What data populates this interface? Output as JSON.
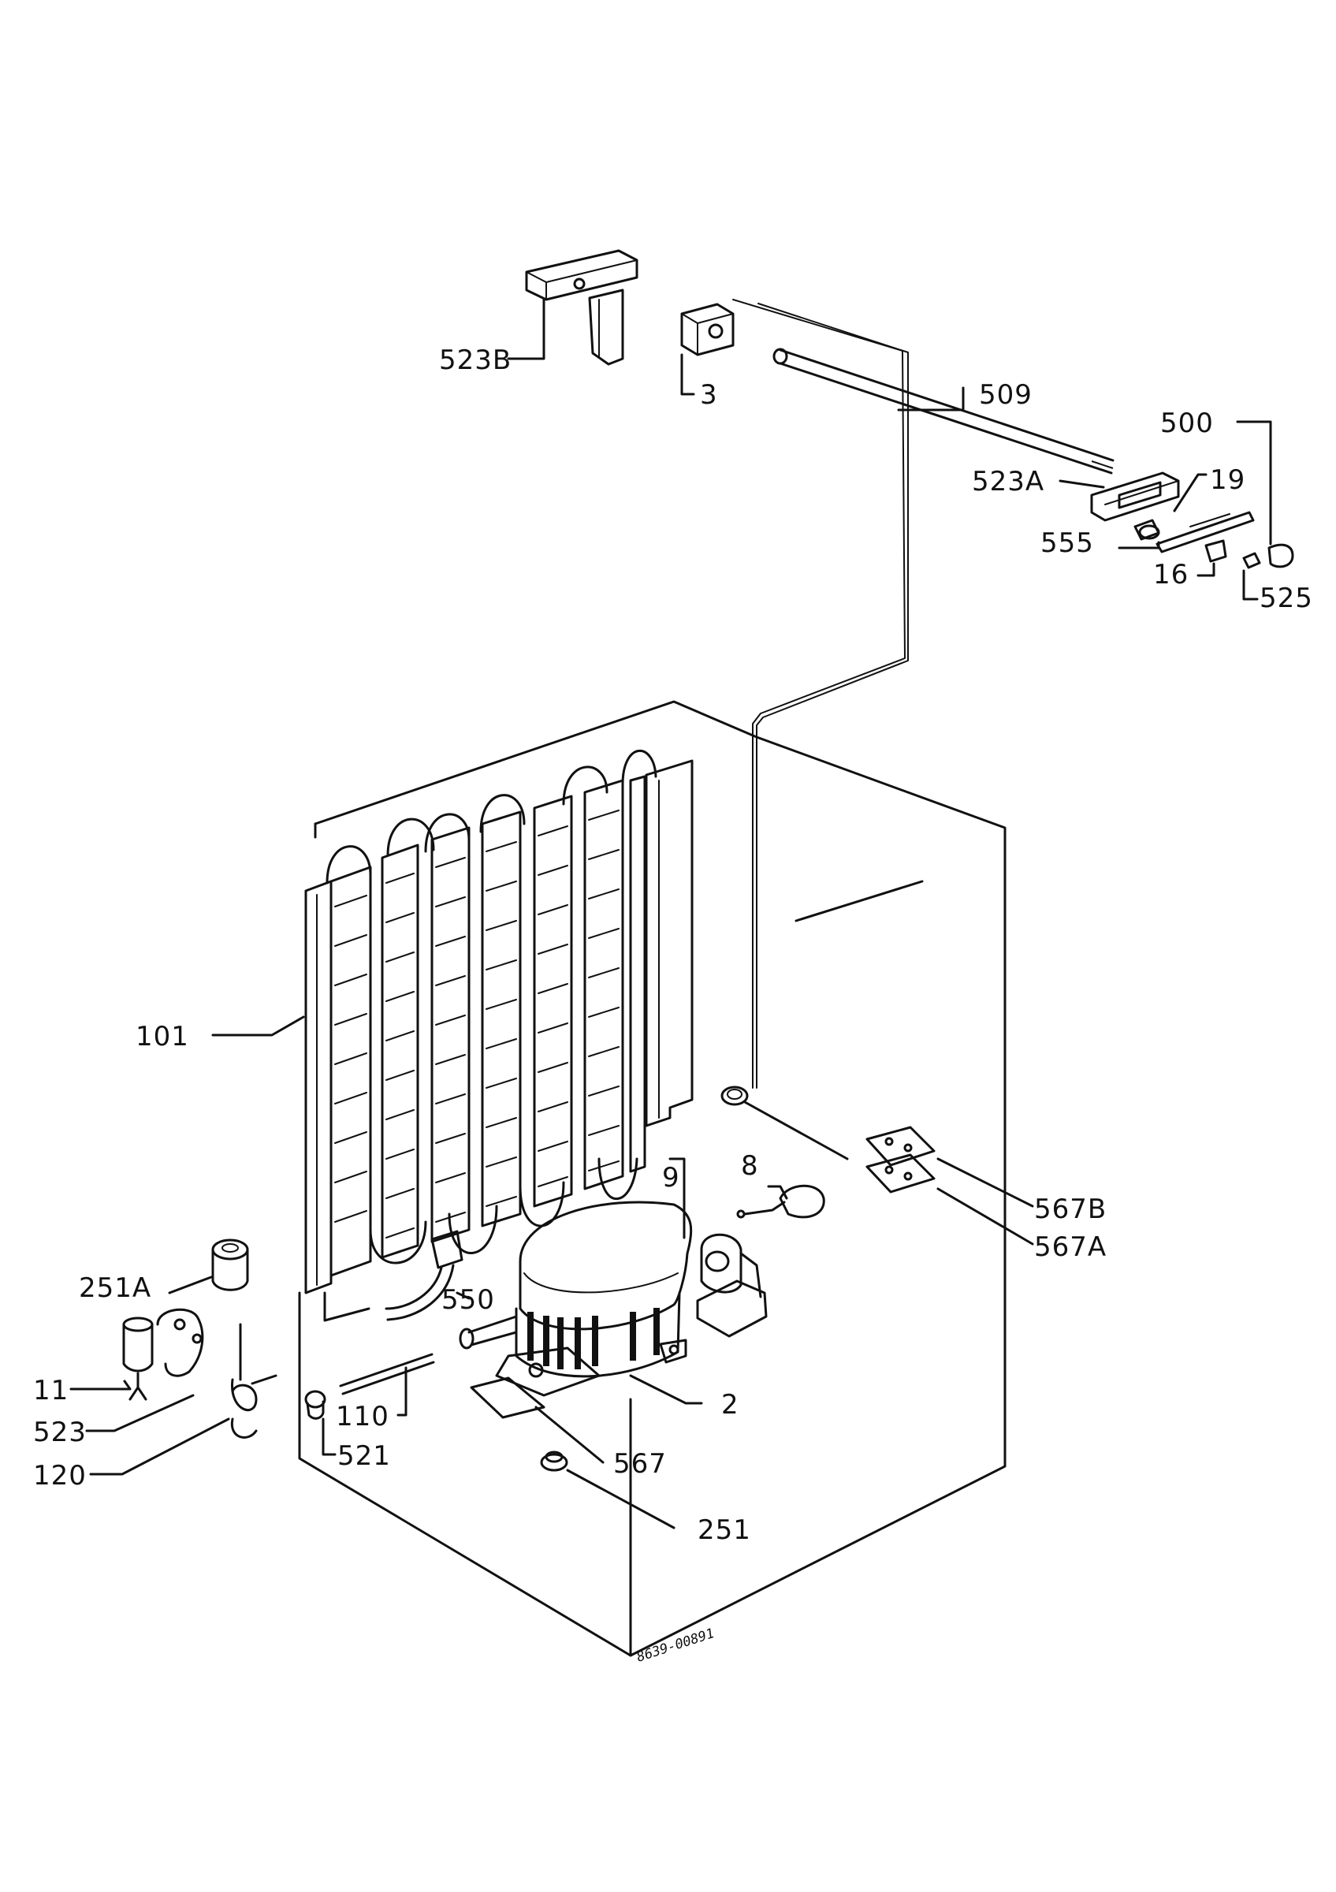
{
  "parts": {
    "p523B": "523B",
    "p3": "3",
    "p509": "509",
    "p500": "500",
    "p523A": "523A",
    "p19": "19",
    "p555": "555",
    "p16": "16",
    "p525": "525",
    "p101": "101",
    "p9": "9",
    "p8": "8",
    "p567B": "567B",
    "p567A": "567A",
    "p251A": "251A",
    "p550": "550",
    "p11": "11",
    "p523": "523",
    "p120": "120",
    "p110": "110",
    "p521": "521",
    "p2": "2",
    "p567": "567",
    "p251": "251"
  },
  "drawing_code": "8639-00891"
}
